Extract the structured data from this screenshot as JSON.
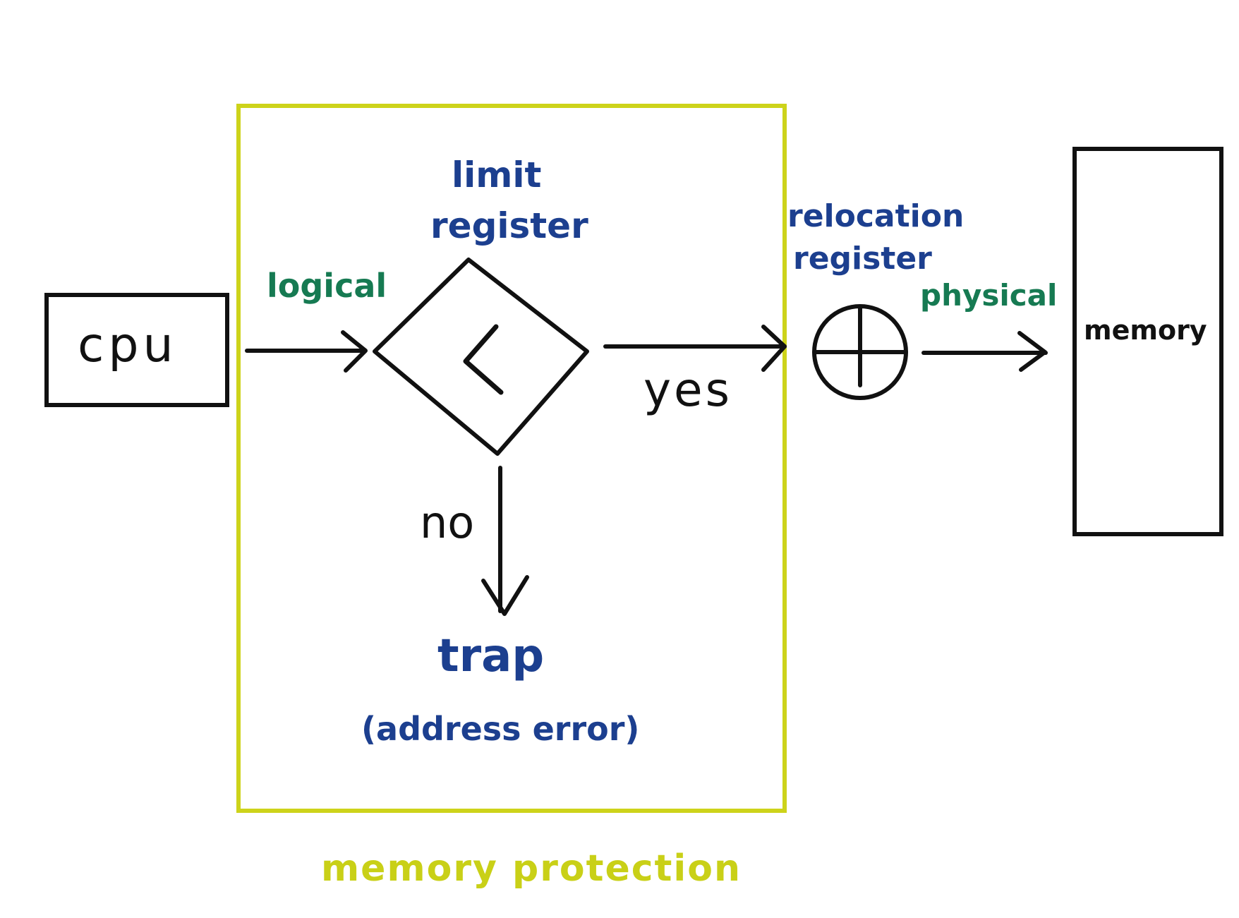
{
  "diagram": {
    "cpu_label": "cpu",
    "logical_label": "logical",
    "limit_register_label_line1": "limit",
    "limit_register_label_line2": "register",
    "comparison_symbol": "<",
    "yes_label": "yes",
    "no_label": "no",
    "trap_label": "trap",
    "trap_detail_label": "(address error)",
    "relocation_register_label_line1": "relocation",
    "relocation_register_label_line2": "register",
    "physical_label": "physical",
    "memory_label": "memory",
    "protection_region_label": "memory protection",
    "colors": {
      "ink": "#111111",
      "register_text": "#1c3f8f",
      "address_text": "#167a52",
      "protection": "#cdd31a"
    }
  }
}
